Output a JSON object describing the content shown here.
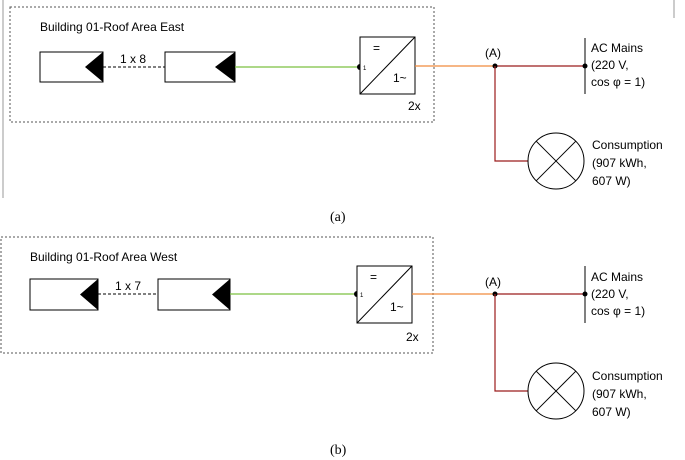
{
  "panels": [
    {
      "title": "Building 01-Roof Area East",
      "string_label": "1 x 8",
      "inverter_dc": "=",
      "inverter_ac": "1~",
      "inverter_pin": "1",
      "inverter_count": "2x",
      "junction_label": "(A)",
      "mains_title": "AC Mains",
      "mains_line1": "(220 V,",
      "mains_line2": "cos φ = 1)",
      "consumption_title": "Consumption",
      "consumption_line1": "(907 kWh,",
      "consumption_line2": "607 W)",
      "caption": "(a)"
    },
    {
      "title": "Building 01-Roof Area West",
      "string_label": "1 x 7",
      "inverter_dc": "=",
      "inverter_ac": "1~",
      "inverter_pin": "1",
      "inverter_count": "2x",
      "junction_label": "(A)",
      "mains_title": "AC Mains",
      "mains_line1": "(220 V,",
      "mains_line2": "cos φ = 1)",
      "consumption_title": "Consumption",
      "consumption_line1": "(907 kWh,",
      "consumption_line2": "607 W)",
      "caption": "(b)"
    }
  ],
  "colors": {
    "dc_line": "#7cc142",
    "ac_inverter_line": "#f08a3c",
    "ac_grid_line": "#9b1c1c",
    "frame": "#555555"
  }
}
